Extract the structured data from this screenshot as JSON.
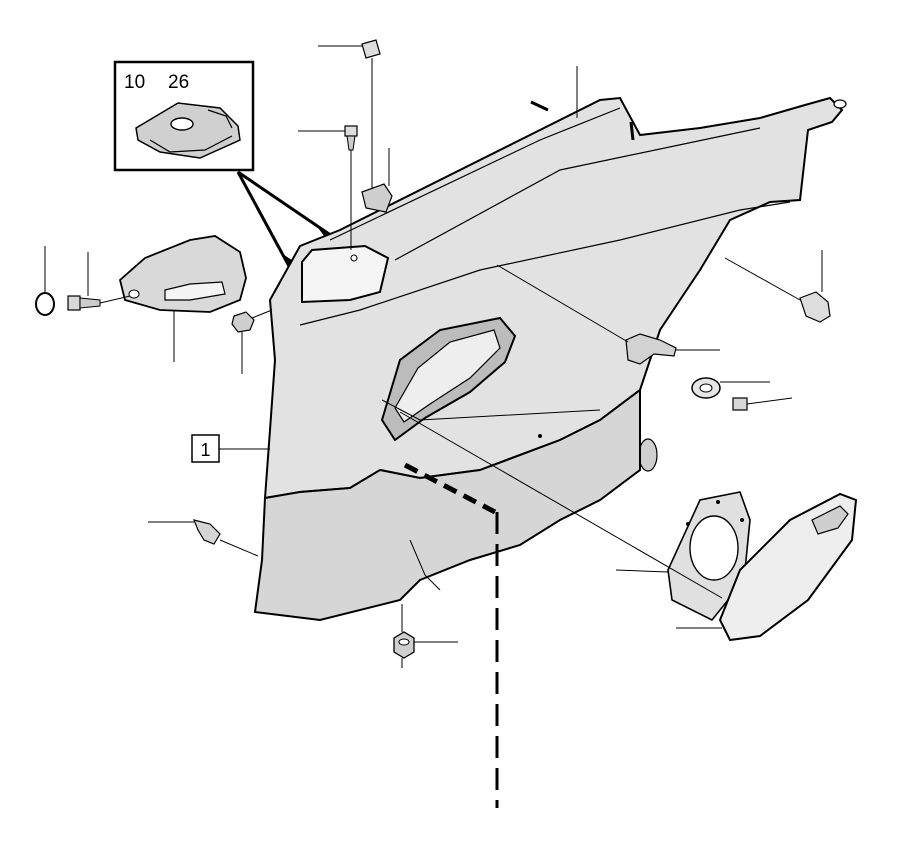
{
  "inset": {
    "labels": [
      "10",
      "26"
    ]
  },
  "callout": {
    "number": "1"
  },
  "colors": {
    "line": "#000000",
    "panel": "#d9d9d9",
    "background": "#ffffff"
  }
}
